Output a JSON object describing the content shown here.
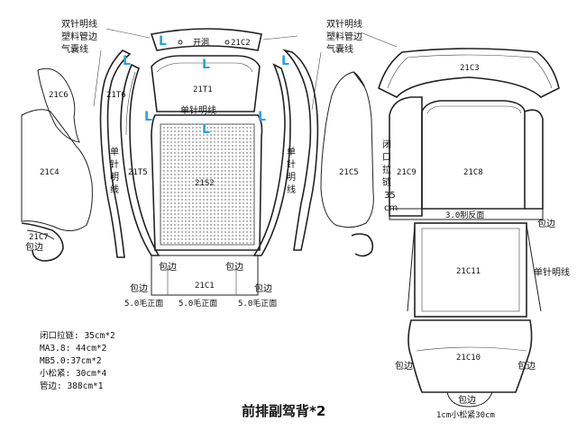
{
  "diagram": {
    "title": "前排副驾背*2",
    "top_left_labels": [
      "双针明线",
      "塑料管边",
      "气囊线"
    ],
    "top_right_labels": [
      "双针明线",
      "塑料管边",
      "气囊线"
    ],
    "blue_mark": "L",
    "center_top": {
      "hole_label": "开洞",
      "part": "21C2"
    },
    "parts": {
      "c6": "21C6",
      "t6": "21T6",
      "c4": "21C4",
      "c7": "21C7",
      "t1": "21T1",
      "t5": "21T5",
      "s2": "21S2",
      "c1": "21C1",
      "c5": "21C5",
      "c3": "21C3",
      "c9": "21C9",
      "c8": "21C8",
      "c11": "21C11",
      "c10": "21C10"
    },
    "annotations": {
      "single_needle_top": "单针明线",
      "single_needle_left": [
        "单",
        "针",
        "明",
        "线"
      ],
      "single_needle_right": [
        "单",
        "针",
        "明",
        "线"
      ],
      "edge_binding": "包边",
      "zipper_vertical": [
        "闭",
        "口",
        "拉",
        "链",
        "35",
        "cm"
      ],
      "hem_label": "3.0制反面",
      "single_needle_right_side": "单针明线",
      "mf_left": "5.0毛正面",
      "mf_mid": "5.0毛正面",
      "mf_right": "5.0毛正面",
      "small_elastic": "1cm小松紧30cm"
    },
    "notes": [
      "闭口拉链: 35cm*2",
      "MA3.8: 44cm*2",
      "MB5.0:37cm*2",
      "小松紧: 30cm*4",
      "管边: 388cm*1"
    ]
  }
}
